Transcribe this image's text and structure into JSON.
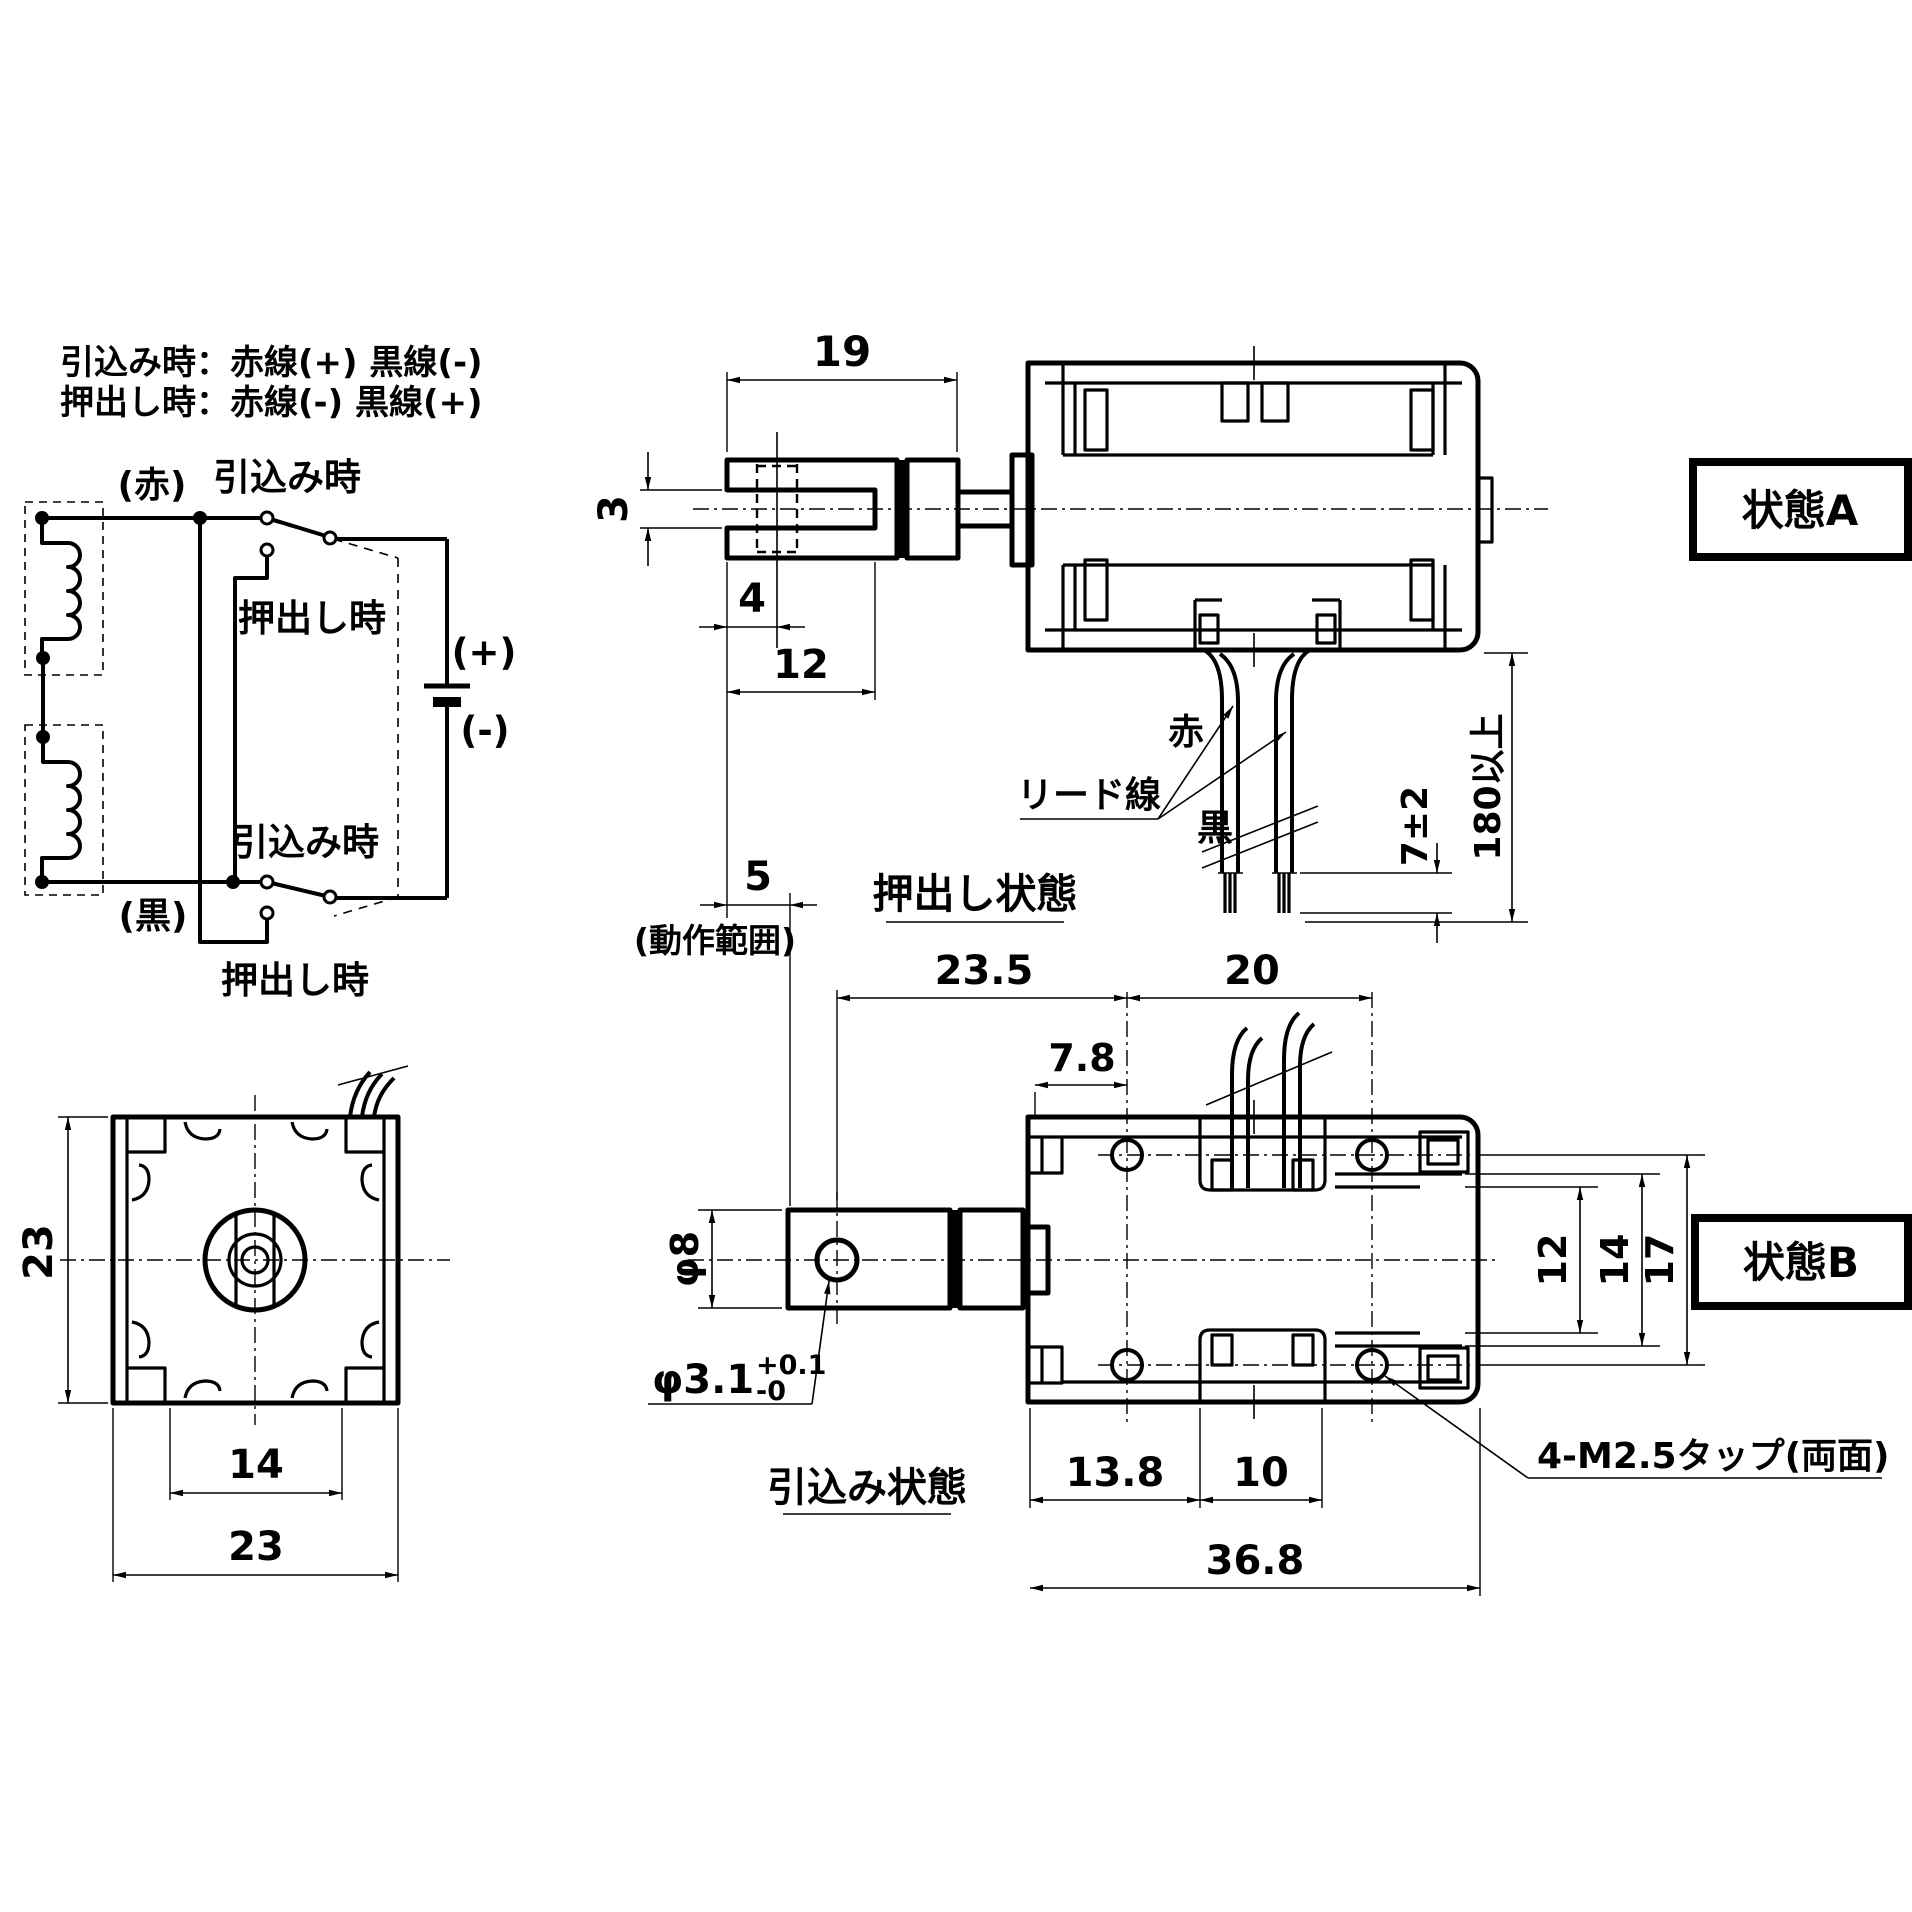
{
  "notes": {
    "line1": "引込み時：赤線(+) 黒線(-)",
    "line2": "押出し時：赤線(-) 黒線(+)"
  },
  "circuit": {
    "red_label": "(赤)",
    "black_label": "(黒)",
    "sw_top_pull": "引込み時",
    "sw_top_push": "押出し時",
    "sw_bottom_pull": "引込み時",
    "sw_bottom_push": "押出し時",
    "plus": "(+)",
    "minus": "(-)"
  },
  "states": {
    "a": "状態A",
    "b": "状態B"
  },
  "push_view": {
    "title": "押出し状態",
    "d19": "19",
    "d3": "3",
    "d4": "4",
    "d12": "12",
    "d5": "5",
    "d5_note": "(動作範囲)",
    "lead": "リード線",
    "red": "赤",
    "black": "黒",
    "strip": "7±2",
    "lead_len": "180以上"
  },
  "pull_view": {
    "title": "引込み状態",
    "d23_5": "23.5",
    "d20": "20",
    "d7_8": "7.8",
    "d12": "12",
    "d14": "14",
    "d17": "17",
    "d13_8": "13.8",
    "d10": "10",
    "d36_8": "36.8",
    "dia8": "φ8",
    "dia31_base": "φ3.1",
    "dia31_plus": "+0.1",
    "dia31_minus": "-0",
    "tap": "4-M2.5タップ(両面)"
  },
  "end_view": {
    "d23_side": "23",
    "d14": "14",
    "d23_bottom": "23"
  },
  "colors": {
    "line": "#000000",
    "background": "#ffffff"
  }
}
